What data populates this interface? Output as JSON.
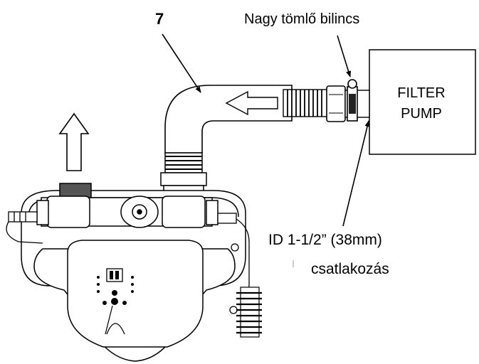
{
  "callout_number": "7",
  "clamp_label": "Nagy tömlő bilincs",
  "pump_box": {
    "line1": "FILTER",
    "line2": "PUMP"
  },
  "connection_label": {
    "line1": "ID 1-1/2” (38mm)",
    "line2": "csatlakozás"
  },
  "colors": {
    "line": "#000000",
    "background": "#ffffff",
    "cap": "#555555"
  },
  "icons": [
    "up-arrow-icon",
    "flow-arrow-icon",
    "leader-arrow-icon",
    "hose-clamp-icon",
    "control-panel-icon"
  ]
}
